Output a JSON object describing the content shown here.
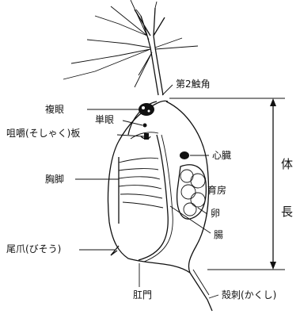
{
  "labels": {
    "second_antenna": "第2触角",
    "compound_eye": "複眼",
    "simple_eye": "単眼",
    "chewing_plate": "咀嚼(そしゃく)板",
    "heart": "心臓",
    "brood_chamber": "育房",
    "egg": "卵",
    "thoracic_legs": "胸脚",
    "intestine": "腸",
    "tail_claw": "尾爪(びそう)",
    "anus": "肛門",
    "shell_spine": "殻刺(かくし)",
    "body_length_top": "体",
    "body_length_bottom": "長"
  }
}
